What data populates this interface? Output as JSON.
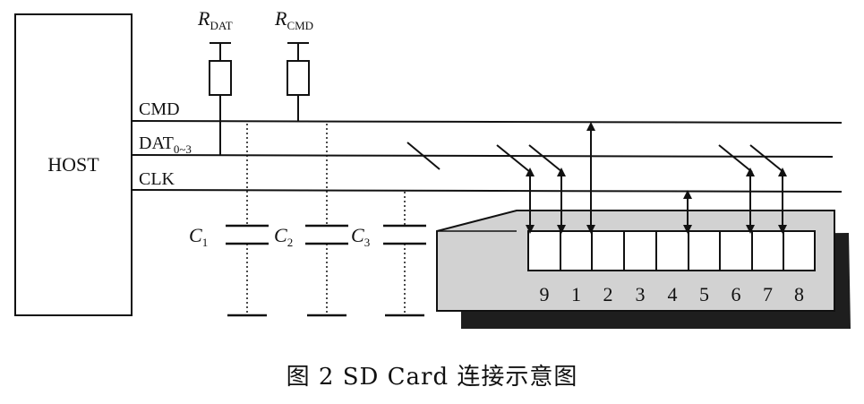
{
  "diagram": {
    "host_label": "HOST",
    "bus_labels": {
      "cmd": "CMD",
      "dat": "DAT",
      "dat_sub": "0~3",
      "clk": "CLK"
    },
    "resistors": [
      {
        "letter": "R",
        "sub": "DAT"
      },
      {
        "letter": "R",
        "sub": "CMD"
      }
    ],
    "capacitors": [
      {
        "letter": "C",
        "sub": "1"
      },
      {
        "letter": "C",
        "sub": "2"
      },
      {
        "letter": "C",
        "sub": "3"
      }
    ],
    "pin_numbers": [
      "9",
      "1",
      "2",
      "3",
      "4",
      "5",
      "6",
      "7",
      "8"
    ],
    "caption": "图 2   SD Card 连接示意图",
    "colors": {
      "line": "#111111",
      "card_fill": "#d2d2d2",
      "card_shadow": "#1e1e1e",
      "pin_fill": "#ffffff"
    }
  }
}
